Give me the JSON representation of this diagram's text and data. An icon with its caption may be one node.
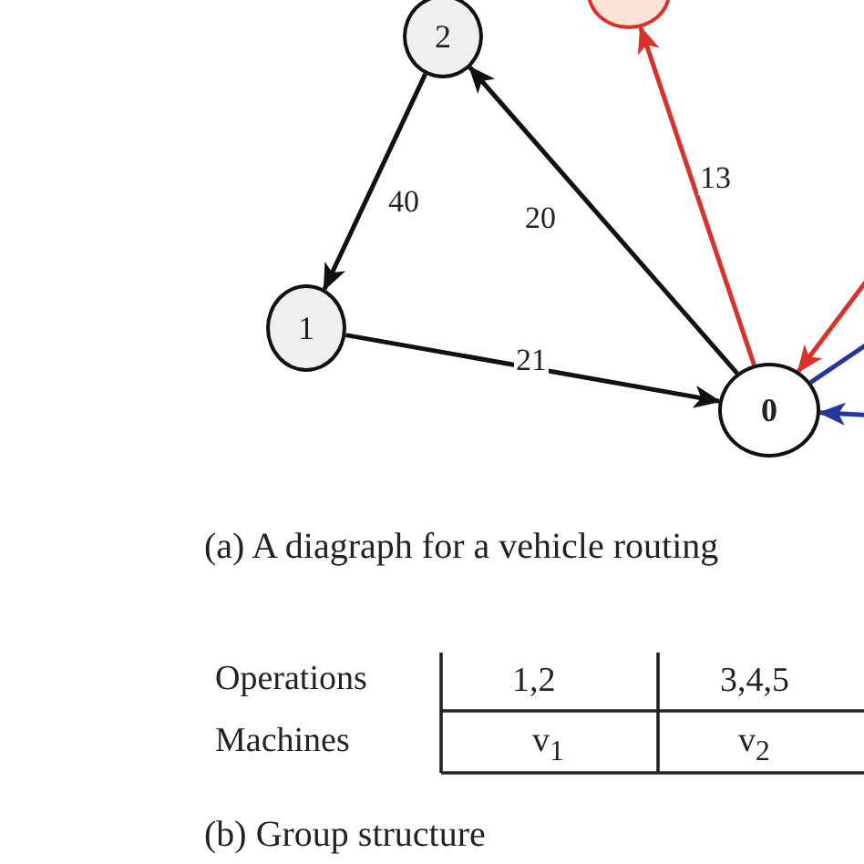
{
  "diagram": {
    "nodes": [
      {
        "text": [
          "0"
        ]
      },
      {
        "text": [
          "1"
        ]
      },
      {
        "text": [
          "2"
        ]
      },
      {
        "text": [],
        "shape": "circle"
      }
    ],
    "edges": [
      {
        "from": 2,
        "to": 1,
        "arrow": "to",
        "label": "40"
      },
      {
        "from": 1,
        "to": 0,
        "arrow": "to",
        "label": "21"
      },
      {
        "from": 0,
        "to": 2,
        "arrow": "to",
        "label": "20"
      },
      {
        "from": 0,
        "to": 3,
        "arrow": "to",
        "label": "13",
        "color": "#d8322a"
      },
      {
        "from": null,
        "to": 0,
        "arrow": "to",
        "color": "#d8322a"
      },
      {
        "from": 0,
        "to": null,
        "arrow": "none",
        "color": "#22399a"
      },
      {
        "from": null,
        "to": 0,
        "arrow": "to",
        "color": "#22399a"
      }
    ],
    "labels": [
      "(a) A diagraph for a vehicle routing",
      "Operations",
      "1,2",
      "3,4,5",
      "Machines",
      "v$_{1}$",
      "v$_{2}$",
      "(b) Group structure"
    ]
  }
}
